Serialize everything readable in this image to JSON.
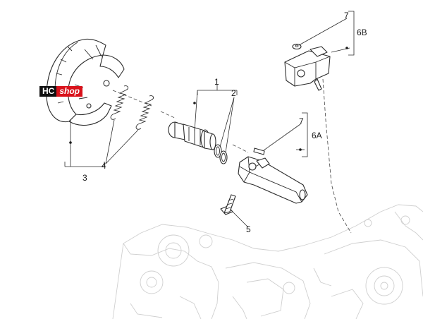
{
  "logo": {
    "left": "HC",
    "right": "shop",
    "color": "#d9121b"
  },
  "callouts": {
    "c1": "1",
    "c2": "2",
    "c3": "3",
    "c4": "4",
    "c5": "5",
    "c6a": "6A",
    "c6b": "6B",
    "c7a": "7",
    "c7b": "7"
  }
}
